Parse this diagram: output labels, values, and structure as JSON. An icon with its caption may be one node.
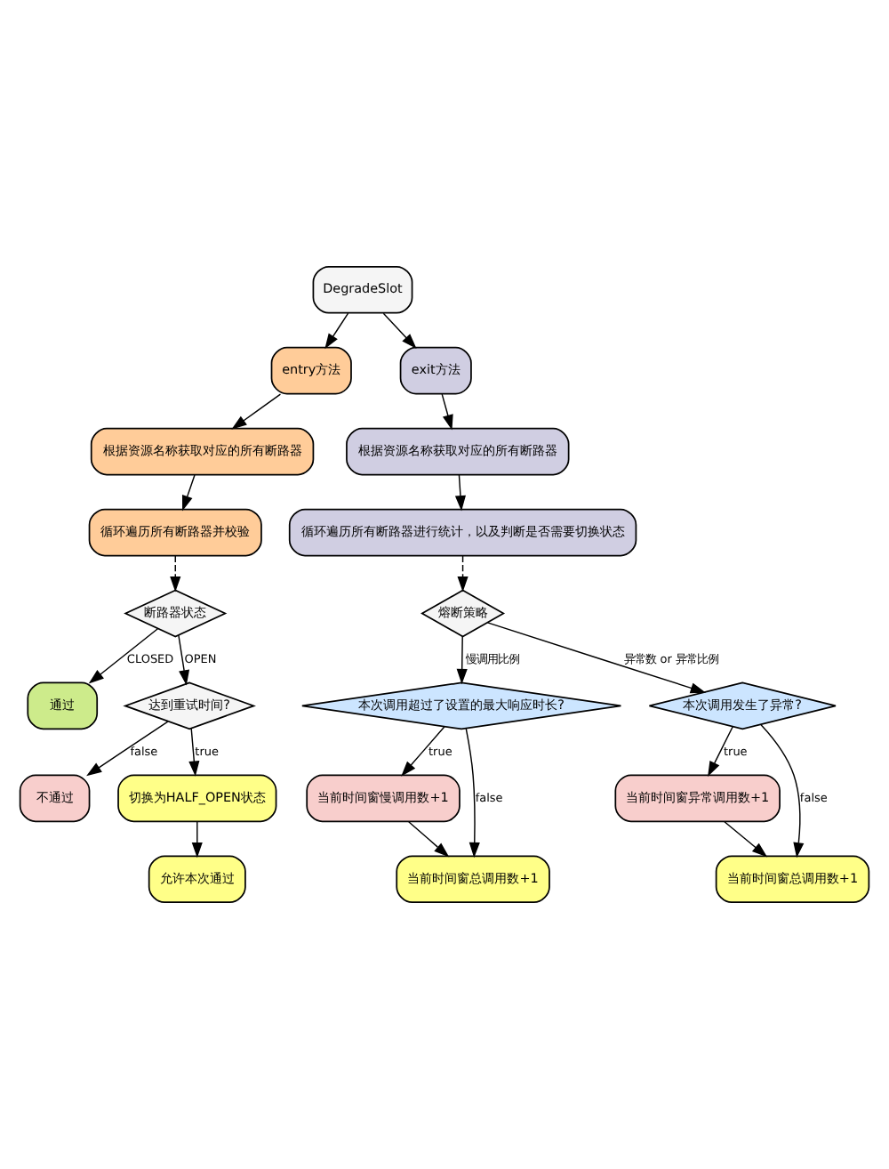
{
  "diagram": {
    "nodes": [
      {
        "text": [
          "entry方法"
        ]
      },
      {
        "text": [
          "根据资源名称获取对应的所有断路器"
        ]
      },
      {
        "text": [
          "循环遍历所有断路器并校验"
        ]
      },
      {
        "text": [
          "断路器状态"
        ]
      },
      {
        "text": [
          "通过"
        ]
      },
      {
        "text": [
          "达到重试时间?"
        ]
      },
      {
        "text": [
          "不通过"
        ]
      },
      {
        "text": [
          "切换为HALF_OPEN状态"
        ]
      },
      {
        "text": [
          "允许本次通过"
        ]
      },
      {
        "text": [
          "DegradeSlot"
        ]
      },
      {
        "text": [
          "exit方法"
        ]
      },
      {
        "text": [
          "根据资源名称获取对应的所有断路器"
        ]
      },
      {
        "text": [
          "循环遍历所有断路器进行统计，以及判断是否需要切换状态"
        ]
      },
      {
        "text": [
          "熔断策略"
        ]
      },
      {
        "text": [
          "当前时间窗慢调用数+1"
        ]
      },
      {
        "text": [
          "本次调用超过了设置的最大响应时长?"
        ]
      },
      {
        "text": [
          "本次调用发生了异常?"
        ]
      },
      {
        "text": [
          "当前时间窗异常调用数+1"
        ]
      },
      {
        "text": [
          "当前时间窗总调用数+1"
        ]
      },
      {
        "text": [
          "当前时间窗总调用数+1"
        ]
      }
    ],
    "edges": [
      {
        "from": 9,
        "to": 0,
        "arrow": "to"
      },
      {
        "from": 0,
        "to": 1,
        "arrow": "to"
      },
      {
        "from": 1,
        "to": 2,
        "arrow": "to"
      },
      {
        "from": 2,
        "to": 3,
        "arrow": "to",
        "style": "dashed"
      },
      {
        "from": 3,
        "to": 4,
        "arrow": "to",
        "label": "CLOSED"
      },
      {
        "from": 3,
        "to": 5,
        "arrow": "to",
        "label": "OPEN"
      },
      {
        "from": 5,
        "to": 6,
        "arrow": "to",
        "label": "false"
      },
      {
        "from": 5,
        "to": 7,
        "arrow": "to",
        "label": "true"
      },
      {
        "from": 7,
        "to": 8,
        "arrow": "to"
      },
      {
        "from": 9,
        "to": 10,
        "arrow": "to"
      },
      {
        "from": 10,
        "to": 11,
        "arrow": "to"
      },
      {
        "from": 11,
        "to": 12,
        "arrow": "to"
      },
      {
        "from": 12,
        "to": 13,
        "arrow": "to",
        "style": "dashed"
      },
      {
        "from": 13,
        "to": 15,
        "arrow": "to",
        "label": "慢调用比例"
      },
      {
        "from": 13,
        "to": 16,
        "arrow": "to",
        "label": "异常数 or 异常比例"
      },
      {
        "from": 15,
        "to": 14,
        "arrow": "to",
        "label": "true"
      },
      {
        "from": 15,
        "to": 18,
        "arrow": "to",
        "label": "false"
      },
      {
        "from": 14,
        "to": 18,
        "arrow": "to"
      },
      {
        "from": 16,
        "to": 17,
        "arrow": "to",
        "label": "true"
      },
      {
        "from": 16,
        "to": 19,
        "arrow": "to",
        "label": "false"
      },
      {
        "from": 17,
        "to": 19,
        "arrow": "to"
      }
    ]
  }
}
